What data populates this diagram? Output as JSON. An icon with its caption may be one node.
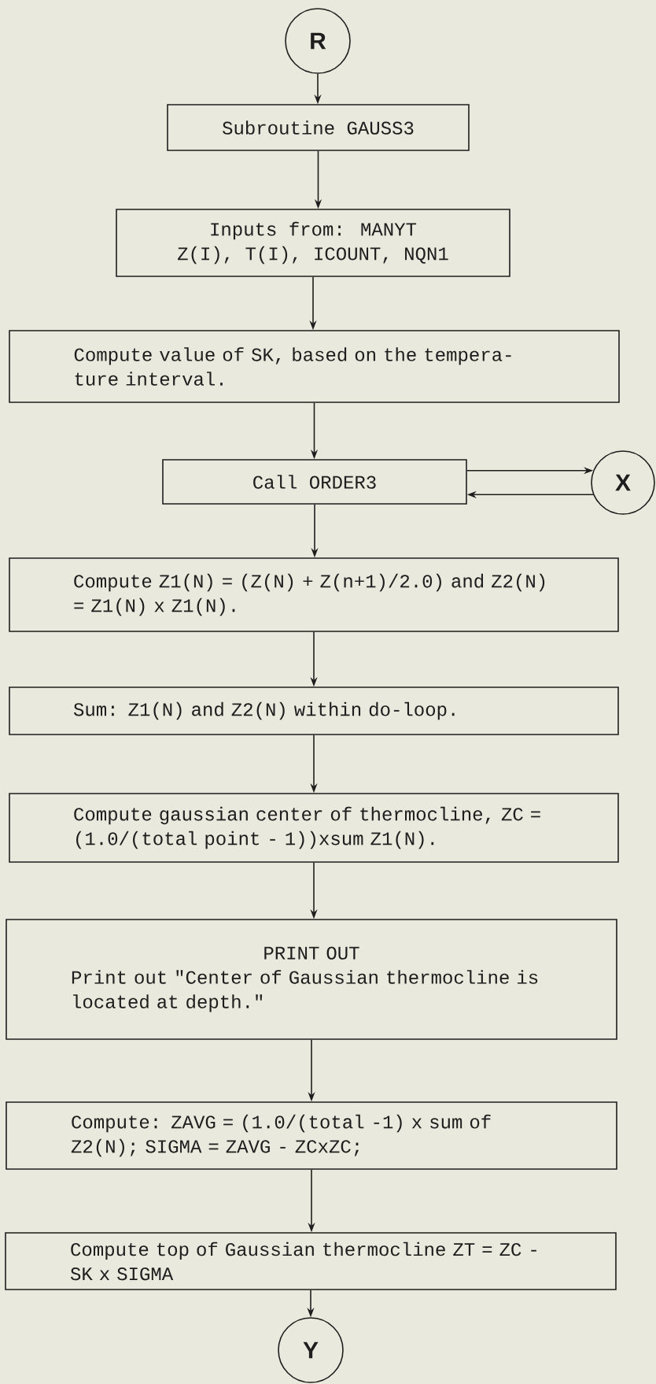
{
  "diagram": {
    "nodes": [
      {
        "text": [
          "R"
        ]
      },
      {
        "text": [
          "Subroutine GAUSS3"
        ]
      },
      {
        "text": [
          "Inputs from: MANYT",
          "Z(I), T(I), ICOUNT, NQN1"
        ]
      },
      {
        "text": [
          "Compute value of SK, based on the tempera-ture interval."
        ]
      },
      {
        "text": [
          "Call ORDER3"
        ]
      },
      {
        "text": [
          "X"
        ]
      },
      {
        "text": [
          "Compute Z1(N) = (Z(N) + Z(n+1)/2.0) and Z2(N) = Z1(N) x Z1(N)."
        ]
      },
      {
        "text": [
          "Sum: Z1(N) and Z2(N) within do-loop."
        ]
      },
      {
        "text": [
          "Compute gaussian center of thermocline, ZC = (1.0/(total point - 1))xsum Z1(N)."
        ]
      },
      {
        "text": [
          "PRINT OUT",
          "Print out \"Center of Gaussian thermocline is located at depth.\""
        ]
      },
      {
        "text": [
          "Compute: ZAVG = (1.0/(total -1) x sum of Z2(N); SIGMA = ZAVG - ZCxZC;"
        ]
      },
      {
        "text": [
          "Compute top of Gaussian thermocline ZT = ZC - SK x SIGMA"
        ]
      },
      {
        "text": [
          "Y"
        ]
      }
    ],
    "edges": [
      {
        "from": 0,
        "to": 1,
        "arrow": "to"
      },
      {
        "from": 1,
        "to": 2,
        "arrow": "to"
      },
      {
        "from": 2,
        "to": 3,
        "arrow": "to"
      },
      {
        "from": 3,
        "to": 4,
        "arrow": "to"
      },
      {
        "from": 4,
        "to": 5,
        "arrow": "to"
      },
      {
        "from": 5,
        "to": 4,
        "arrow": "to"
      },
      {
        "from": 4,
        "to": 6,
        "arrow": "to"
      },
      {
        "from": 6,
        "to": 7,
        "arrow": "to"
      },
      {
        "from": 7,
        "to": 8,
        "arrow": "to"
      },
      {
        "from": 8,
        "to": 9,
        "arrow": "to"
      },
      {
        "from": 9,
        "to": 10,
        "arrow": "to"
      },
      {
        "from": 10,
        "to": 11,
        "arrow": "to"
      },
      {
        "from": 11,
        "to": 12,
        "arrow": "to"
      }
    ]
  }
}
